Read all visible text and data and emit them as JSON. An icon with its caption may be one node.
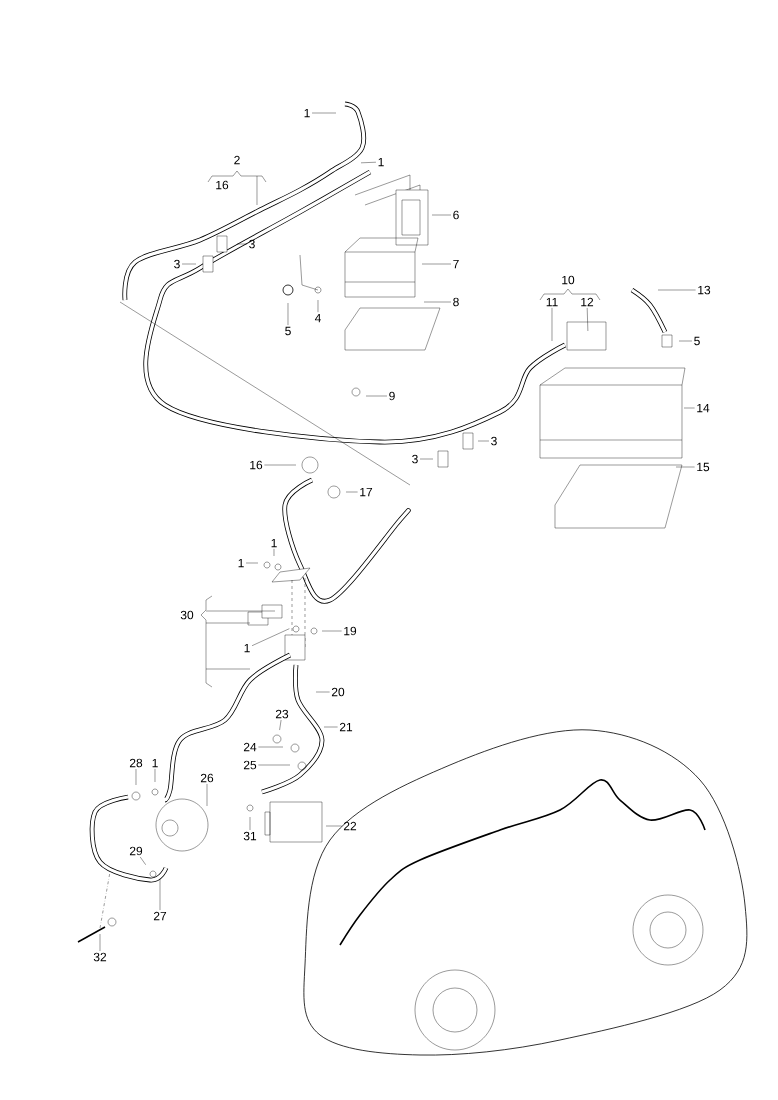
{
  "diagram": {
    "nodes": [
      {
        "text": [
          "1"
        ]
      },
      {
        "text": [
          "1"
        ]
      },
      {
        "text": [
          "2"
        ]
      },
      {
        "text": [
          "16"
        ]
      },
      {
        "text": [
          "6"
        ]
      },
      {
        "text": [
          "7"
        ]
      },
      {
        "text": [
          "3"
        ]
      },
      {
        "text": [
          "3"
        ]
      },
      {
        "text": [
          "5"
        ]
      },
      {
        "text": [
          "4"
        ]
      },
      {
        "text": [
          "8"
        ]
      },
      {
        "text": [
          "10"
        ]
      },
      {
        "text": [
          "11"
        ]
      },
      {
        "text": [
          "12"
        ]
      },
      {
        "text": [
          "13"
        ]
      },
      {
        "text": [
          "5"
        ]
      },
      {
        "text": [
          "9"
        ]
      },
      {
        "text": [
          "14"
        ]
      },
      {
        "text": [
          "3"
        ]
      },
      {
        "text": [
          "3"
        ]
      },
      {
        "text": [
          "15"
        ]
      },
      {
        "text": [
          "16"
        ]
      },
      {
        "text": [
          "17"
        ]
      },
      {
        "text": [
          "1"
        ]
      },
      {
        "text": [
          "1"
        ]
      },
      {
        "text": [
          "30"
        ]
      },
      {
        "text": [
          "1"
        ]
      },
      {
        "text": [
          "19"
        ]
      },
      {
        "text": [
          "20"
        ]
      },
      {
        "text": [
          "21"
        ]
      },
      {
        "text": [
          "23"
        ]
      },
      {
        "text": [
          "24"
        ]
      },
      {
        "text": [
          "25"
        ]
      },
      {
        "text": [
          "28"
        ]
      },
      {
        "text": [
          "1"
        ]
      },
      {
        "text": [
          "26"
        ]
      },
      {
        "text": [
          "31"
        ]
      },
      {
        "text": [
          "22"
        ]
      },
      {
        "text": [
          "29"
        ]
      },
      {
        "text": [
          "27"
        ]
      },
      {
        "text": [
          "32"
        ]
      }
    ],
    "edges": [
      {
        "from": 0,
        "to": null,
        "arrow": "none"
      },
      {
        "from": 1,
        "to": null,
        "arrow": "none"
      },
      {
        "from": 4,
        "to": null,
        "arrow": "none"
      },
      {
        "from": 5,
        "to": null,
        "arrow": "none"
      },
      {
        "from": 6,
        "to": null,
        "arrow": "none"
      },
      {
        "from": 7,
        "to": null,
        "arrow": "none"
      },
      {
        "from": 8,
        "to": null,
        "arrow": "none"
      },
      {
        "from": 9,
        "to": null,
        "arrow": "none"
      },
      {
        "from": 10,
        "to": null,
        "arrow": "none"
      },
      {
        "from": 12,
        "to": null,
        "arrow": "none"
      },
      {
        "from": 13,
        "to": null,
        "arrow": "none"
      },
      {
        "from": 14,
        "to": null,
        "arrow": "none"
      },
      {
        "from": 15,
        "to": null,
        "arrow": "none"
      },
      {
        "from": 16,
        "to": null,
        "arrow": "none"
      },
      {
        "from": 17,
        "to": null,
        "arrow": "none"
      },
      {
        "from": 18,
        "to": null,
        "arrow": "none"
      },
      {
        "from": 19,
        "to": null,
        "arrow": "none"
      },
      {
        "from": 20,
        "to": null,
        "arrow": "none"
      },
      {
        "from": 21,
        "to": null,
        "arrow": "none"
      },
      {
        "from": 22,
        "to": null,
        "arrow": "none"
      },
      {
        "from": 23,
        "to": null,
        "arrow": "none"
      },
      {
        "from": 24,
        "to": null,
        "arrow": "none"
      },
      {
        "from": 26,
        "to": null,
        "arrow": "none"
      },
      {
        "from": 27,
        "to": null,
        "arrow": "none"
      },
      {
        "from": 28,
        "to": null,
        "arrow": "none"
      },
      {
        "from": 29,
        "to": null,
        "arrow": "none"
      },
      {
        "from": 30,
        "to": null,
        "arrow": "none"
      },
      {
        "from": 31,
        "to": null,
        "arrow": "none"
      },
      {
        "from": 32,
        "to": null,
        "arrow": "none"
      },
      {
        "from": 33,
        "to": null,
        "arrow": "none"
      },
      {
        "from": 34,
        "to": null,
        "arrow": "none"
      },
      {
        "from": 35,
        "to": null,
        "arrow": "none"
      },
      {
        "from": 36,
        "to": null,
        "arrow": "none"
      },
      {
        "from": 37,
        "to": null,
        "arrow": "none"
      },
      {
        "from": 38,
        "to": null,
        "arrow": "none"
      },
      {
        "from": 39,
        "to": null,
        "arrow": "none"
      },
      {
        "from": 40,
        "to": null,
        "arrow": "none"
      }
    ]
  }
}
